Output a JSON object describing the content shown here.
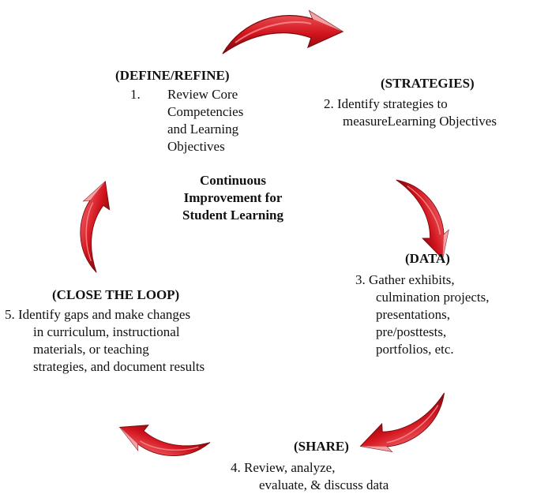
{
  "center": {
    "line1": "Continuous",
    "line2": "Improvement for",
    "line3": "Student Learning"
  },
  "define": {
    "heading": "(DEFINE/REFINE)",
    "number": "1.",
    "lines": [
      "Review Core",
      "Competencies",
      "and Learning",
      "Objectives"
    ]
  },
  "strategies": {
    "heading": "(STRATEGIES)",
    "line1": "2.  Identify strategies to",
    "line2": "measureLearning Objectives"
  },
  "data_step": {
    "heading": "(DATA)",
    "lines": [
      "3.  Gather exhibits,",
      "culmination projects,",
      "presentations,",
      "pre/posttests,",
      "portfolios, etc."
    ]
  },
  "share": {
    "heading": "(SHARE)",
    "line1": "4.  Review, analyze,",
    "line2": "evaluate, & discuss data"
  },
  "close": {
    "heading": "(CLOSE THE LOOP)",
    "lines": [
      "5.  Identify gaps and make changes",
      "in curriculum, instructional",
      "materials, or teaching",
      "strategies, and document results"
    ]
  },
  "colors": {
    "arrow": "#d0121b",
    "arrow_dark": "#8a0a10",
    "arrow_light": "#f6b3b5"
  },
  "icons": [
    "curved-arrow-icon"
  ]
}
